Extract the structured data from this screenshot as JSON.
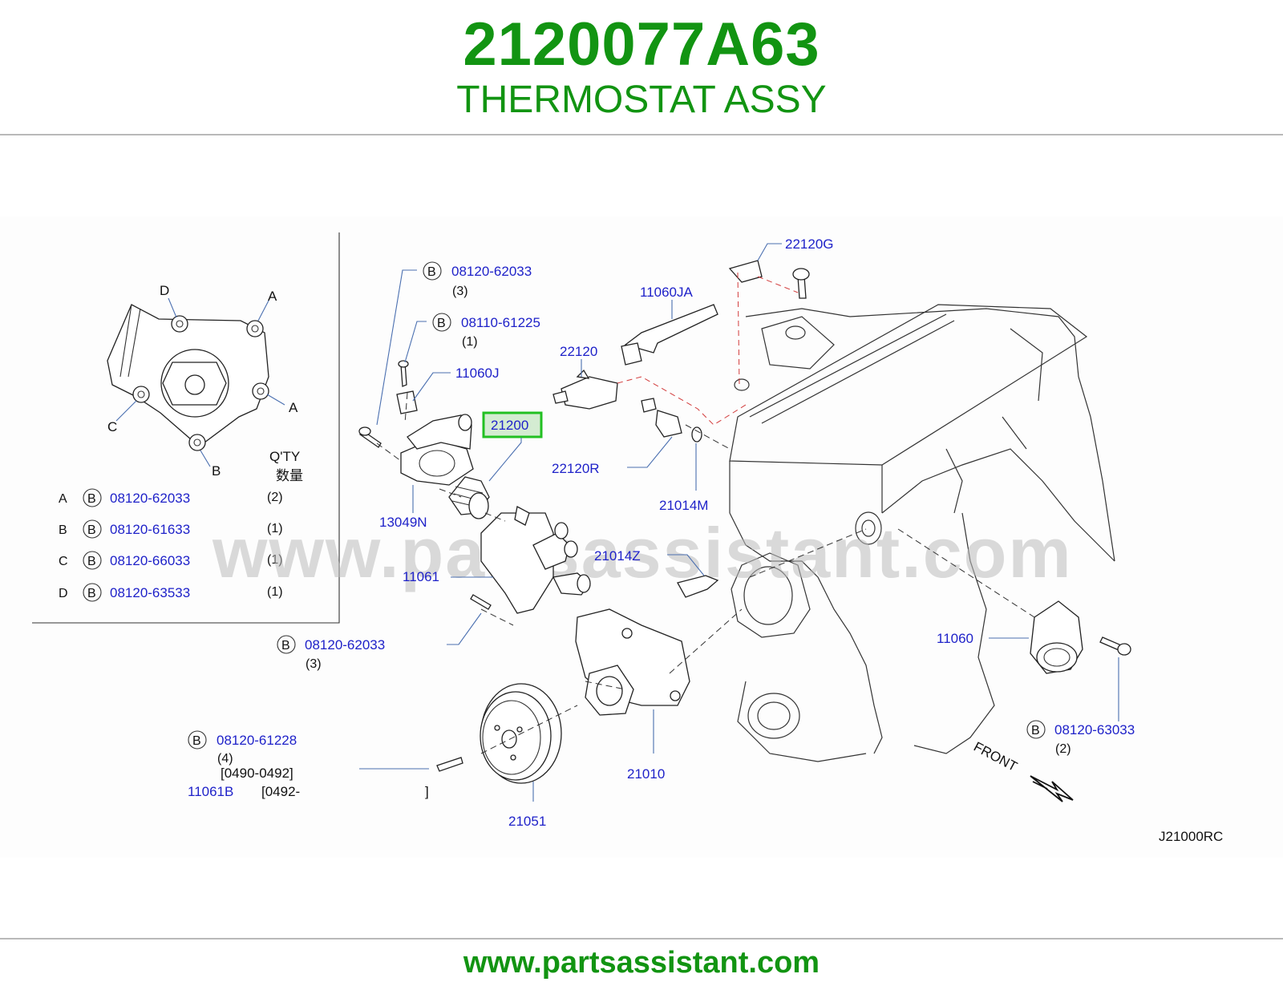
{
  "header": {
    "part_number": "2120077A63",
    "part_name": "THERMOSTAT ASSY"
  },
  "footer": {
    "url": "www.partsassistant.com"
  },
  "watermark": "www.partsassistant.com",
  "diagram_code": "J21000RC",
  "front_label": "FRONT",
  "inset": {
    "qty_label": "Q'TY",
    "qty_label_cn": "数量",
    "hole_labels": [
      "D",
      "A",
      "A",
      "C",
      "B"
    ],
    "rows": [
      {
        "letter": "A",
        "bolt": "B",
        "part": "08120-62033",
        "qty": "(2)"
      },
      {
        "letter": "B",
        "bolt": "B",
        "part": "08120-61633",
        "qty": "(1)"
      },
      {
        "letter": "C",
        "bolt": "B",
        "part": "08120-66033",
        "qty": "(1)"
      },
      {
        "letter": "D",
        "bolt": "B",
        "part": "08120-63533",
        "qty": "(1)"
      }
    ]
  },
  "callouts": {
    "bolt_top": {
      "bolt": "B",
      "part": "08120-62033",
      "qty": "(3)"
    },
    "bolt_2": {
      "bolt": "B",
      "part": "08110-61225",
      "qty": "(1)"
    },
    "p11060J": "11060J",
    "p21200": "21200",
    "p13049N": "13049N",
    "p11061": "11061",
    "bolt_mid": {
      "bolt": "B",
      "part": "08120-62033",
      "qty": "(3)"
    },
    "bolt_low": {
      "bolt": "B",
      "part": "08120-61228",
      "qty": "(4)",
      "range1": "[0490-0492]",
      "alt_part": "11061B",
      "range2": "[0492-",
      "range2_end": "]"
    },
    "p11060JA": "11060JA",
    "p22120": "22120",
    "p22120G": "22120G",
    "p22120R": "22120R",
    "p21014M": "21014M",
    "p21014Z": "21014Z",
    "p11060": "11060",
    "bolt_right": {
      "bolt": "B",
      "part": "08120-63033",
      "qty": "(2)"
    },
    "p21010": "21010",
    "p21051": "21051"
  },
  "colors": {
    "brand_green": "#129412",
    "callout_blue": "#1f22c9",
    "highlight": "#22c022"
  }
}
